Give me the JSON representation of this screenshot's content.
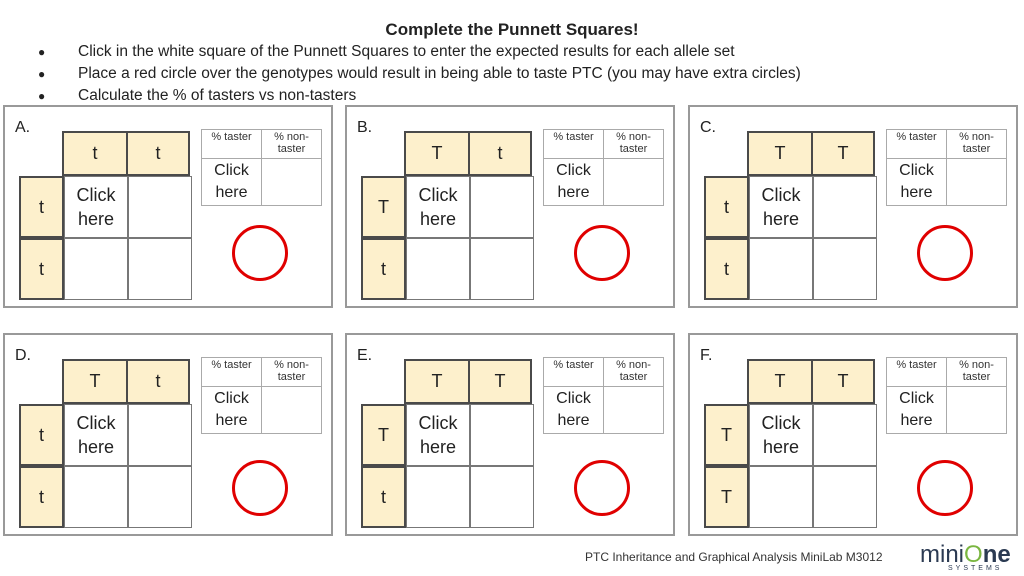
{
  "title": "Complete the Punnett Squares!",
  "instructions": [
    "Click in the white square of the Punnett Squares to enter the expected results for each allele set",
    "Place a red circle over the genotypes would result in being able to taste PTC (you may have extra circles)",
    "Calculate the % of tasters vs non-tasters"
  ],
  "placeholder": "Click here",
  "placeholder_lines": [
    "Click",
    "here"
  ],
  "score_headers": {
    "taster": "% taster",
    "non_taster": "% non-taster"
  },
  "panels": [
    {
      "label": "A.",
      "top": [
        "t",
        "t"
      ],
      "left": [
        "t",
        "t"
      ]
    },
    {
      "label": "B.",
      "top": [
        "T",
        "t"
      ],
      "left": [
        "T",
        "t"
      ]
    },
    {
      "label": "C.",
      "top": [
        "T",
        "T"
      ],
      "left": [
        "t",
        "t"
      ]
    },
    {
      "label": "D.",
      "top": [
        "T",
        "t"
      ],
      "left": [
        "t",
        "t"
      ]
    },
    {
      "label": "E.",
      "top": [
        "T",
        "T"
      ],
      "left": [
        "T",
        "t"
      ]
    },
    {
      "label": "F.",
      "top": [
        "T",
        "T"
      ],
      "left": [
        "T",
        "T"
      ]
    }
  ],
  "footer": "PTC Inheritance and Graphical Analysis MiniLab M3012",
  "logo": {
    "text": "miniOne",
    "sub": "SYSTEMS"
  },
  "colors": {
    "allele_header_bg": "#fdf0cc",
    "circle": "#e00000"
  }
}
